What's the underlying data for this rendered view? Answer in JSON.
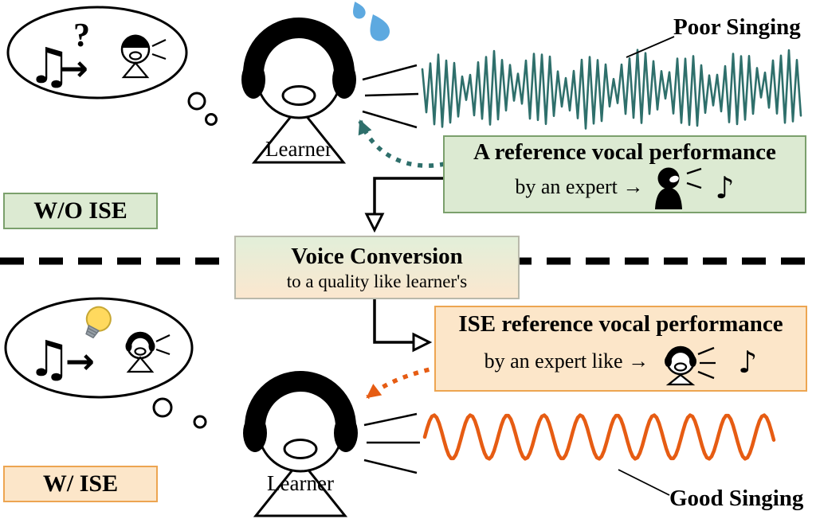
{
  "colors": {
    "poor_wave": "#2e6f6b",
    "good_wave": "#e65c13",
    "green_fill": "#dcead2",
    "green_border": "#7ba06c",
    "orange_fill": "#fce6c9",
    "orange_border": "#eda551",
    "vc_top": "#e2efd9",
    "vc_bottom": "#fbe7cf",
    "vc_border": "#b9b9ab",
    "sweat_blue": "#5da9e0",
    "bulb_yellow": "#ffd95e"
  },
  "top": {
    "mode_label": "W/O ISE",
    "wave_label": "Poor Singing",
    "learner_label": "Learner",
    "bubble": {
      "notes": "♫",
      "question": "?",
      "arrow": "→"
    },
    "reference_box": {
      "title": "A reference vocal performance",
      "subtitle": "by an expert →",
      "note": "♪"
    }
  },
  "middle": {
    "vc_title": "Voice Conversion",
    "vc_subtitle": "to a quality like learner's"
  },
  "bottom": {
    "mode_label": "W/ ISE",
    "wave_label": "Good Singing",
    "learner_label": "Learner",
    "bubble": {
      "notes": "♫",
      "arrow": "→"
    },
    "reference_box": {
      "title": "ISE reference vocal performance",
      "subtitle": "by an expert like →",
      "note": "♪"
    }
  }
}
